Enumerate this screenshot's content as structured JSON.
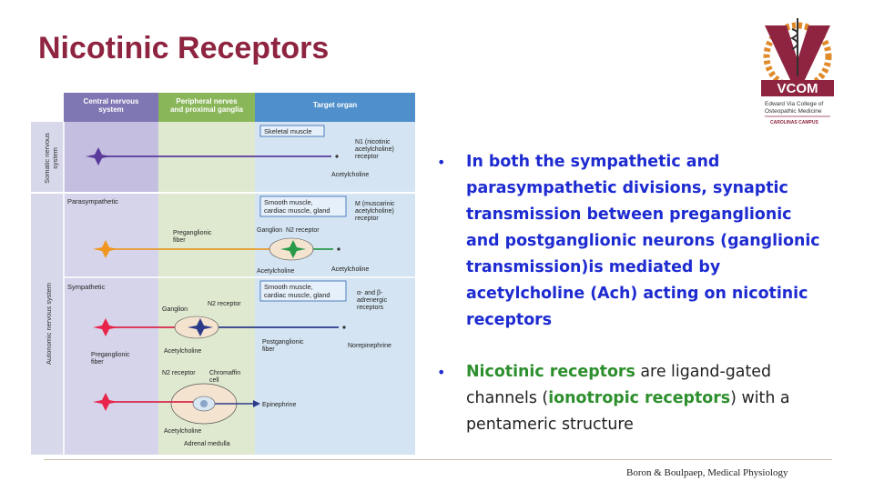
{
  "slide": {
    "title": "Nicotinic Receptors",
    "credit": "Boron & Boulpaep, Medical Physiology"
  },
  "logo": {
    "abbrev": "VCOM",
    "line1": "Edward Via College of",
    "line2": "Osteopathic Medicine",
    "campus": "CAROLINAS CAMPUS"
  },
  "figure": {
    "col_headers": [
      "Central nervous system",
      "Peripheral nerves and proximal ganglia",
      "Target organ"
    ],
    "row_headers": [
      "Somatic nervous system",
      "Autonomic nervous system"
    ],
    "somatic": {
      "target": "Skeletal muscle",
      "receptor": "N1 (nicotinic acetylcholine) receptor",
      "transmitter": "Acetylcholine"
    },
    "parasympathetic": {
      "label": "Parasympathetic",
      "target": "Smooth muscle, cardiac muscle, gland",
      "receptor": "M (muscarinic acetylcholine) receptor",
      "preganglionic": "Preganglionic fiber",
      "ganglion": "Ganglion",
      "ganglion_receptor": "N2 receptor",
      "transmitter1": "Acetylcholine",
      "transmitter2": "Acetylcholine"
    },
    "sympathetic": {
      "label": "Sympathetic",
      "target": "Smooth muscle, cardiac muscle, gland",
      "receptor": "α- and β-adrenergic receptors",
      "ganglion": "Ganglion",
      "ganglion_receptor": "N2 receptor",
      "transmitter1": "Acetylcholine",
      "preganglionic": "Preganglionic fiber",
      "postganglionic": "Postganglionic fiber",
      "transmitter2": "Norepinephrine"
    },
    "adrenal": {
      "receptor": "N2 receptor",
      "cell": "Chromaffin cell",
      "output": "Epinephrine",
      "transmitter": "Acetylcholine",
      "organ": "Adrenal medulla"
    }
  },
  "bullets": {
    "b1": "In both the sympathetic and parasympathetic divisions, synaptic transmission between preganglionic and postganglionic neurons (ganglionic transmission)is mediated by acetylcholine (Ach) acting on nicotinic receptors",
    "b2_t1": "Nicotinic receptors",
    "b2_t2": " are ligand-gated channels (",
    "b2_t3": "ionotropic receptors",
    "b2_t4": ") with a pentameric structure"
  },
  "colors": {
    "title": "#8e2440",
    "bullet_blue": "#1d2bd0",
    "highlight_green": "#2e8f2e"
  }
}
